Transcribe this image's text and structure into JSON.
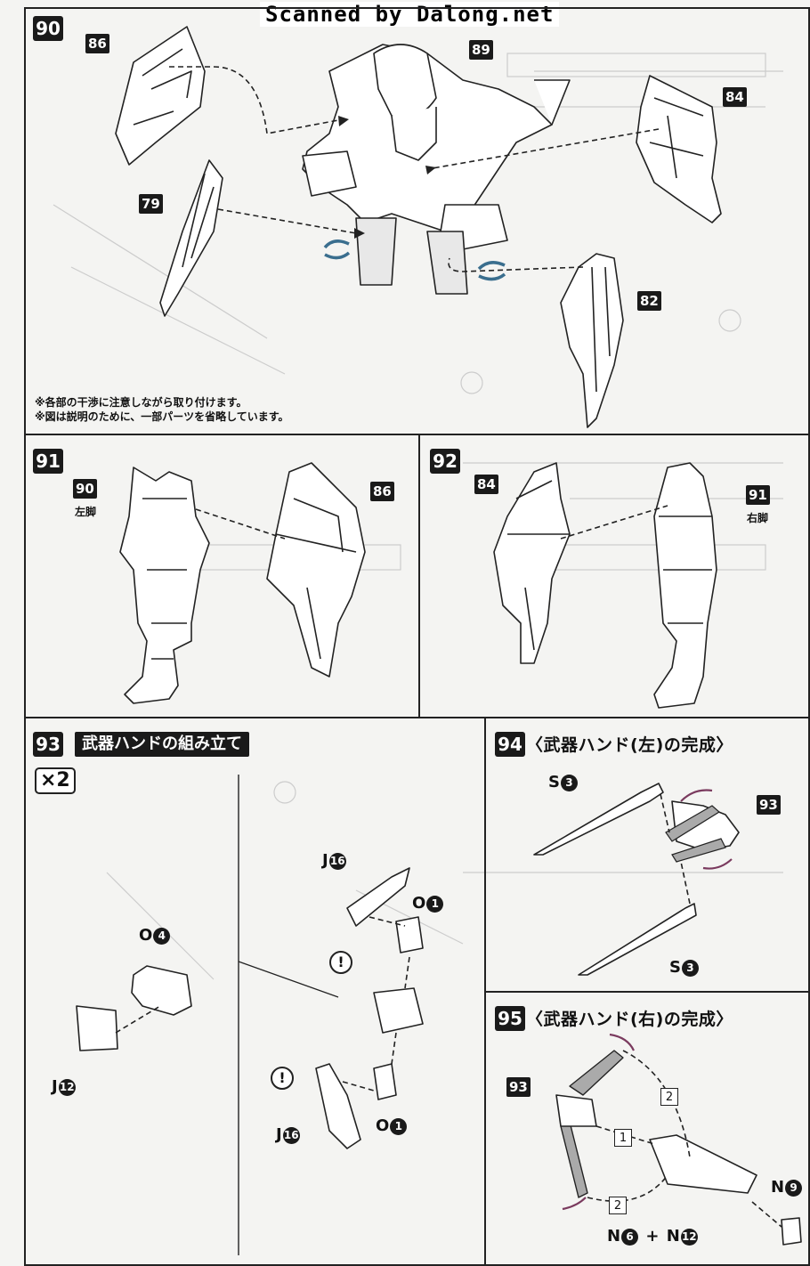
{
  "watermark": "Scanned by Dalong.net",
  "panels": {
    "p90": {
      "step": "90",
      "parts": {
        "a": "86",
        "b": "89",
        "c": "84",
        "d": "79",
        "e": "82"
      },
      "notes": [
        "※各部の干渉に注意しながら取り付けます。",
        "※図は説明のために、一部パーツを省略しています。"
      ]
    },
    "p91": {
      "step": "91",
      "part_a": "90",
      "part_a_sub": "左脚",
      "part_b": "86"
    },
    "p92": {
      "step": "92",
      "part_a": "84",
      "part_b": "91",
      "part_b_sub": "右脚"
    },
    "p93": {
      "step": "93",
      "title": "武器ハンドの組み立て",
      "multiplier": "×2",
      "labels": {
        "o4": {
          "letter": "O",
          "num": "4"
        },
        "j12": {
          "letter": "J",
          "num": "12"
        },
        "j16a": {
          "letter": "J",
          "num": "16"
        },
        "o1a": {
          "letter": "O",
          "num": "1"
        },
        "j16b": {
          "letter": "J",
          "num": "16"
        },
        "o1b": {
          "letter": "O",
          "num": "1"
        }
      },
      "caution": "!"
    },
    "p94": {
      "step": "94",
      "title": "〈武器ハンド(左)の完成〉",
      "part": "93",
      "labels": {
        "s3a": {
          "letter": "S",
          "num": "3"
        },
        "s3b": {
          "letter": "S",
          "num": "3"
        }
      }
    },
    "p95": {
      "step": "95",
      "title": "〈武器ハンド(右)の完成〉",
      "part": "93",
      "seq": {
        "a": "1",
        "b": "2",
        "c": "2"
      },
      "labels": {
        "n9": {
          "letter": "N",
          "num": "9"
        },
        "n6": {
          "letter": "N",
          "num": "6"
        },
        "n12": {
          "letter": "N",
          "num": "12"
        }
      },
      "plus": "+"
    }
  }
}
